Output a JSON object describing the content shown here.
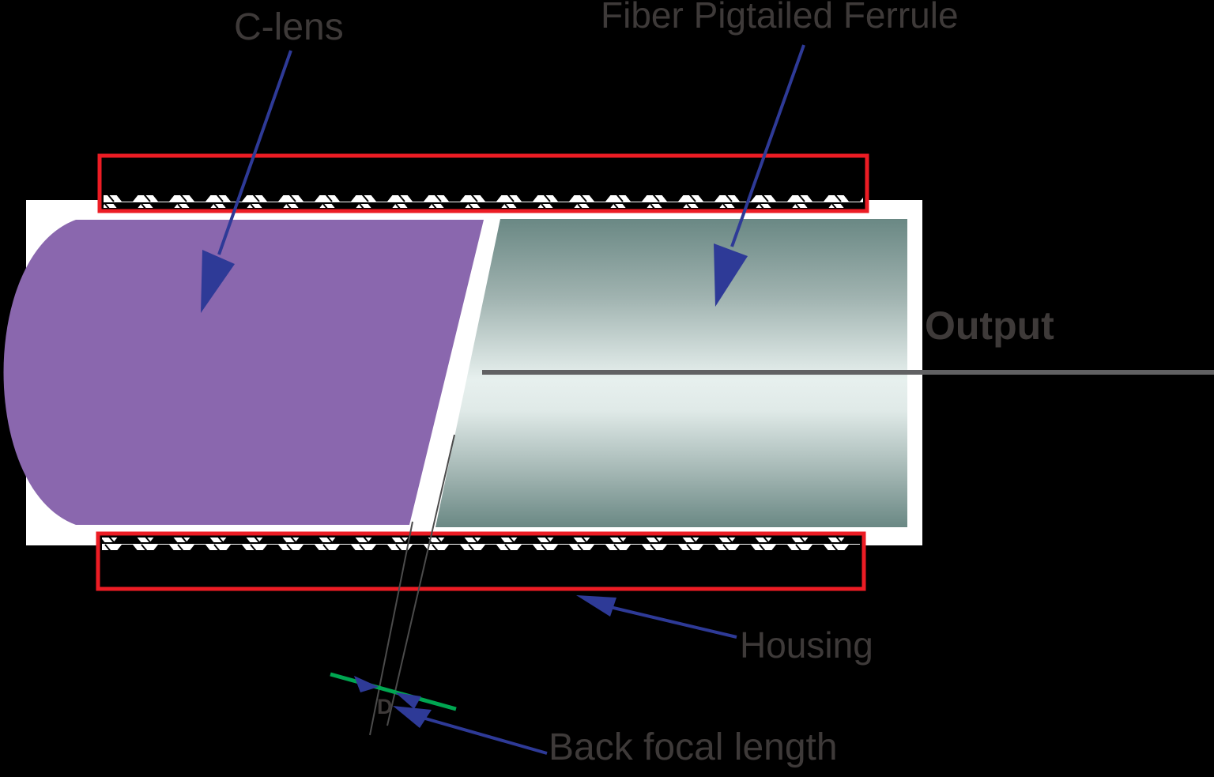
{
  "diagram": {
    "type": "optical-component-cross-section",
    "labels": {
      "c_lens": "C-lens",
      "ferrule": "Fiber Pigtailed Ferrule",
      "output": "Output",
      "housing": "Housing",
      "back_focal_length": "Back focal length",
      "gap_dimension": "D"
    },
    "colors": {
      "background": "#000000",
      "device_outline": "#FFFFFF",
      "lens_fill": "#8A67AE",
      "ferrule_dark": "#6A8884",
      "ferrule_mid": "#9FB2AF",
      "ferrule_light": "#E7F0EE",
      "housing_fill": "#000000",
      "housing_border": "#EC1C24",
      "leader_arrow_blue": "#2E3A97",
      "dimension_green": "#00A651",
      "output_beam_gray": "#616163",
      "extension_line_gray": "#4B4B4B",
      "label_text": "#3E3A39"
    }
  }
}
